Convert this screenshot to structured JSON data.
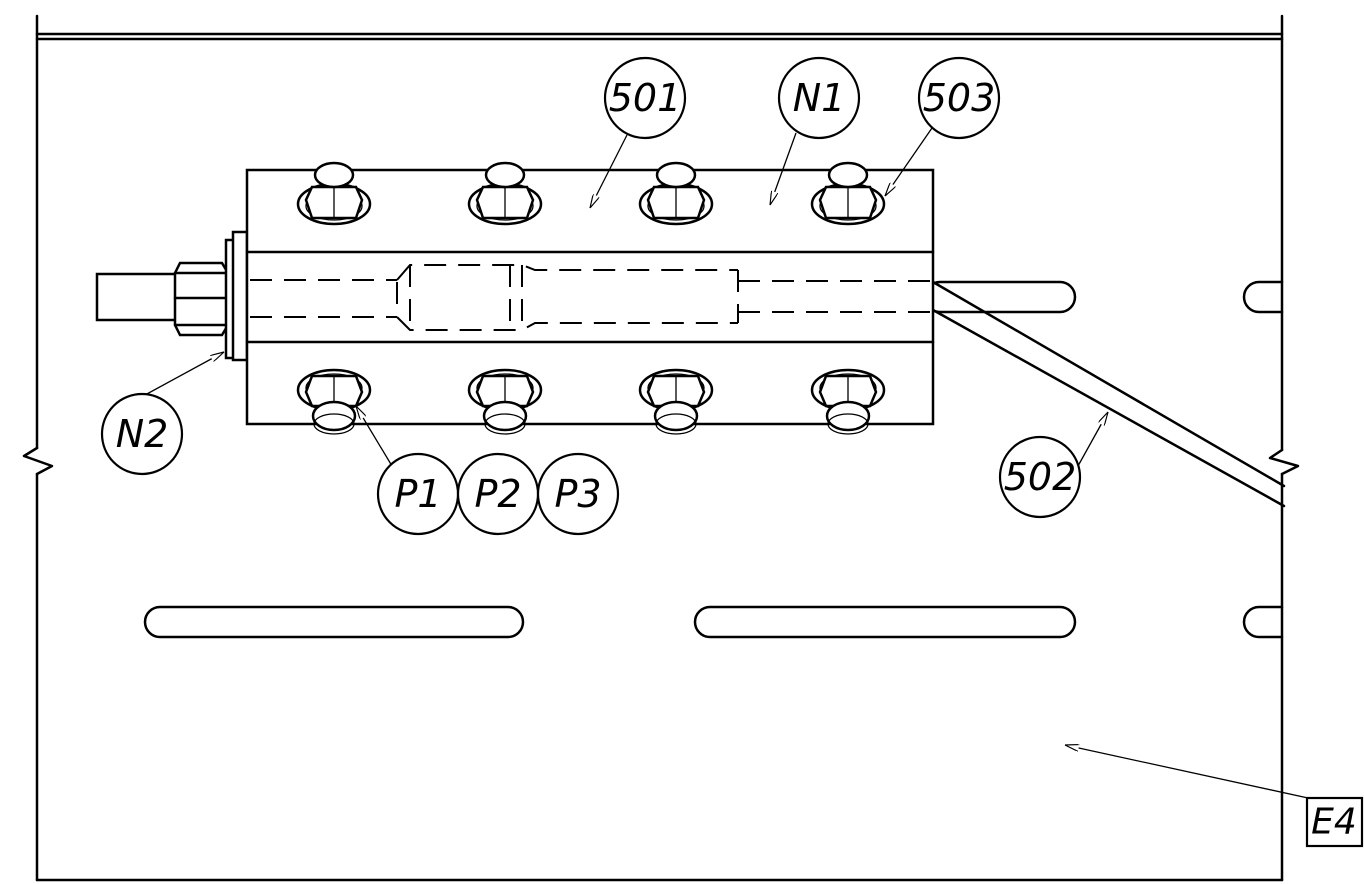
{
  "callouts": {
    "c501": "501",
    "n1": "N1",
    "c503": "503",
    "n2": "N2",
    "p1": "P1",
    "p2": "P2",
    "p3": "P3",
    "c502": "502",
    "e4": "E4"
  }
}
